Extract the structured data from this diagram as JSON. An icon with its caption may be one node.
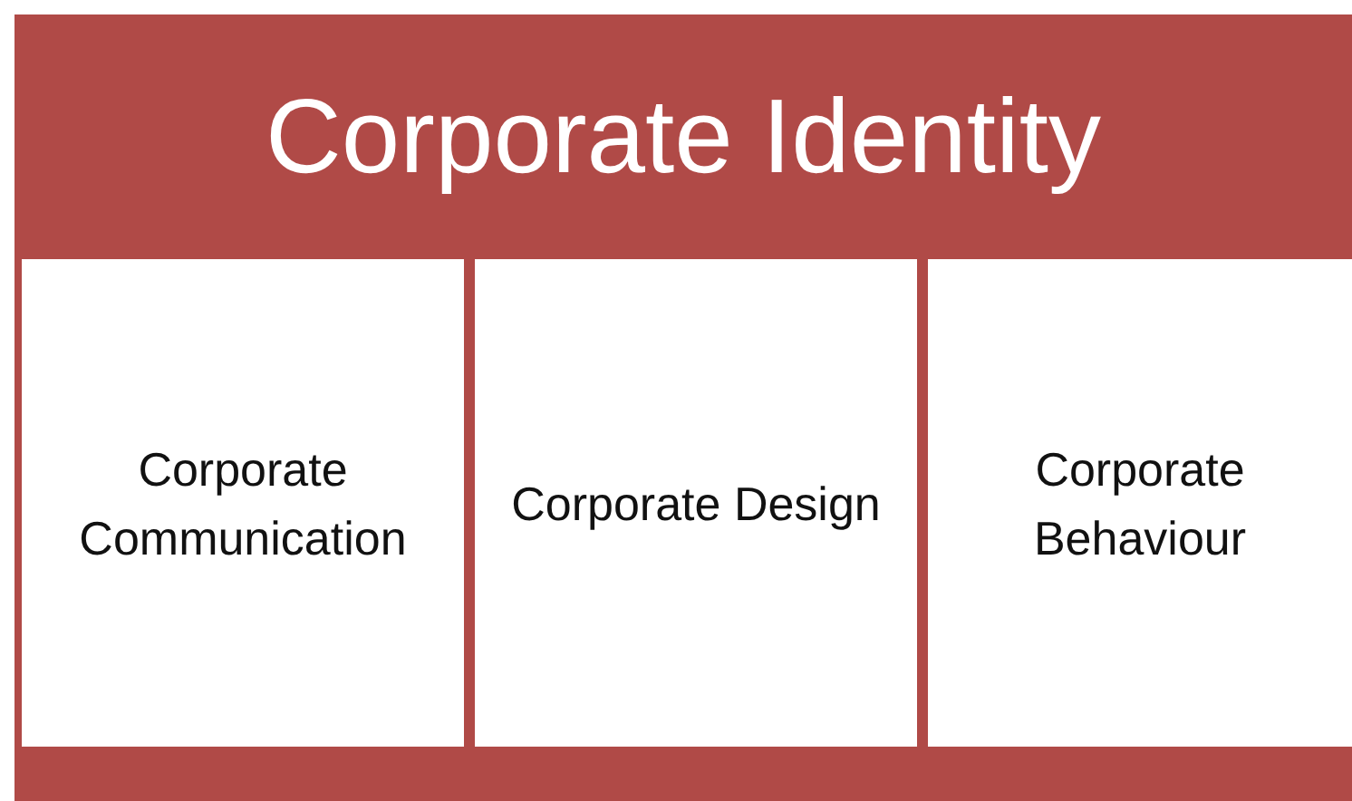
{
  "diagram": {
    "nodes": [
      {
        "text": [
          "Corporate Identity"
        ]
      },
      {
        "text": [
          "Corporate Communication"
        ],
        "in": 0
      },
      {
        "text": [
          "Corporate Design"
        ],
        "in": 0
      },
      {
        "text": [
          "Corporate Behaviour"
        ],
        "in": 0
      }
    ],
    "edges": []
  }
}
